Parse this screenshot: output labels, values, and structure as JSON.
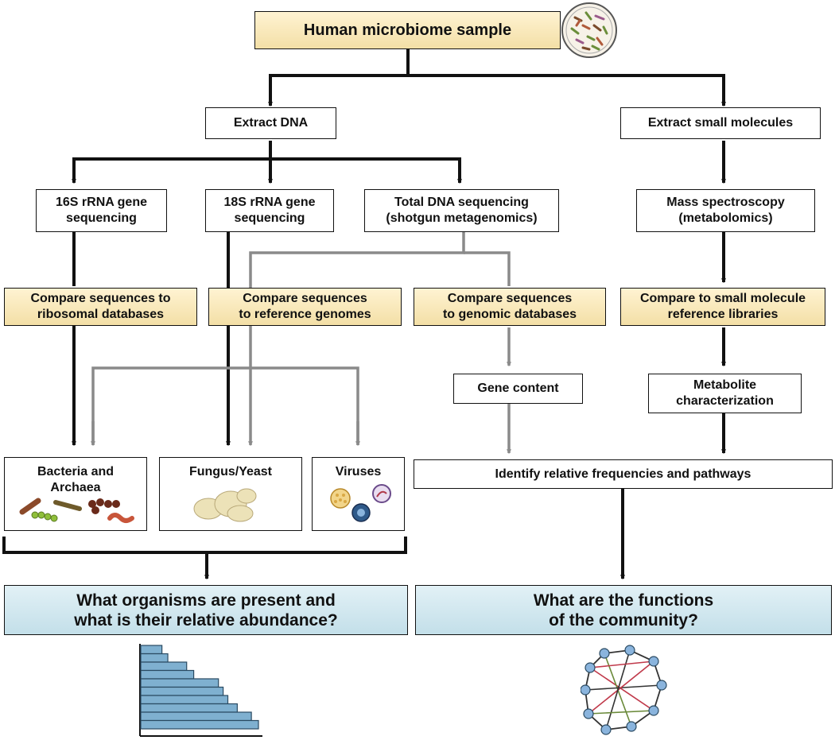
{
  "nodes": {
    "sample": "Human microbiome sample",
    "extract_dna": "Extract DNA",
    "extract_small": "Extract small molecules",
    "rrna16s": "16S rRNA gene\nsequencing",
    "rrna18s": "18S rRNA gene\nsequencing",
    "shotgun": "Total DNA sequencing\n(shotgun metagenomics)",
    "mass_spec": "Mass spectroscopy\n(metabolomics)",
    "cmp_ribosomal": "Compare sequences to\nribosomal databases",
    "cmp_reference": "Compare sequences\nto reference genomes",
    "cmp_genomic": "Compare sequences\nto genomic databases",
    "cmp_small": "Compare to small molecule\nreference libraries",
    "gene_content": "Gene content",
    "metabolite": "Metabolite\ncharacterization",
    "bacteria": "Bacteria and\nArchaea",
    "fungus": "Fungus/Yeast",
    "viruses": "Viruses",
    "frequencies": "Identify relative frequencies and pathways",
    "q_organisms": "What organisms are present and\nwhat is their relative abundance?",
    "q_functions": "What are the functions\nof the community?"
  },
  "colors": {
    "arrow_dark": "#111111",
    "arrow_gray": "#8a8a8a",
    "tan_fill": "#f3dfa6",
    "blue_fill": "#c3dfe9",
    "bar_fill": "#7fb0d0"
  },
  "icons": [
    "petri-dish-icon",
    "bacteria-icon",
    "yeast-icon",
    "virus-icon",
    "abundance-bar-chart-icon",
    "network-graph-icon"
  ],
  "abundance_bars": [
    0.18,
    0.23,
    0.39,
    0.45,
    0.66,
    0.7,
    0.74,
    0.82,
    0.94,
    1.0
  ]
}
